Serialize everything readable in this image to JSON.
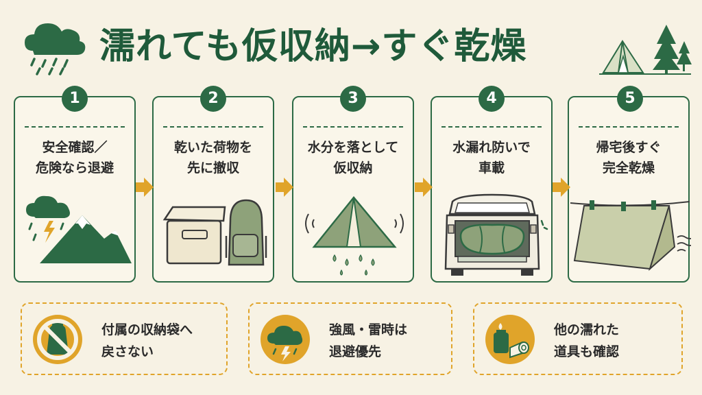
{
  "title": "濡れても仮収納→すぐ乾燥",
  "icons": {
    "header_left": "rain-cloud-icon",
    "header_right": "tent-and-trees-icon",
    "arrow": "right-arrow-icon"
  },
  "colors": {
    "background": "#f7f2e4",
    "primary_green": "#2c6a45",
    "accent_yellow": "#e0a42a",
    "olive": "#8ea27a"
  },
  "steps": [
    {
      "number": "1",
      "line1": "安全確認／",
      "line2": "危険なら退避",
      "icon": "storm-mountain-icon"
    },
    {
      "number": "2",
      "line1": "乾いた荷物を",
      "line2": "先に撤収",
      "icon": "cooler-and-backpack-icon"
    },
    {
      "number": "3",
      "line1": "水分を落として",
      "line2": "仮収納",
      "icon": "wet-tent-icon"
    },
    {
      "number": "4",
      "line1": "水漏れ防いで",
      "line2": "車載",
      "icon": "car-trunk-icon"
    },
    {
      "number": "5",
      "line1": "帰宅後すぐ",
      "line2": "完全乾燥",
      "icon": "drying-tarp-icon"
    }
  ],
  "notes": [
    {
      "line1": "付属の収納袋へ",
      "line2": "戻さない",
      "icon": "no-bag-icon"
    },
    {
      "line1": "強風・雷時は",
      "line2": "退避優先",
      "icon": "thunderstorm-icon"
    },
    {
      "line1": "他の濡れた",
      "line2": "道具も確認",
      "icon": "lantern-and-mat-icon"
    }
  ]
}
